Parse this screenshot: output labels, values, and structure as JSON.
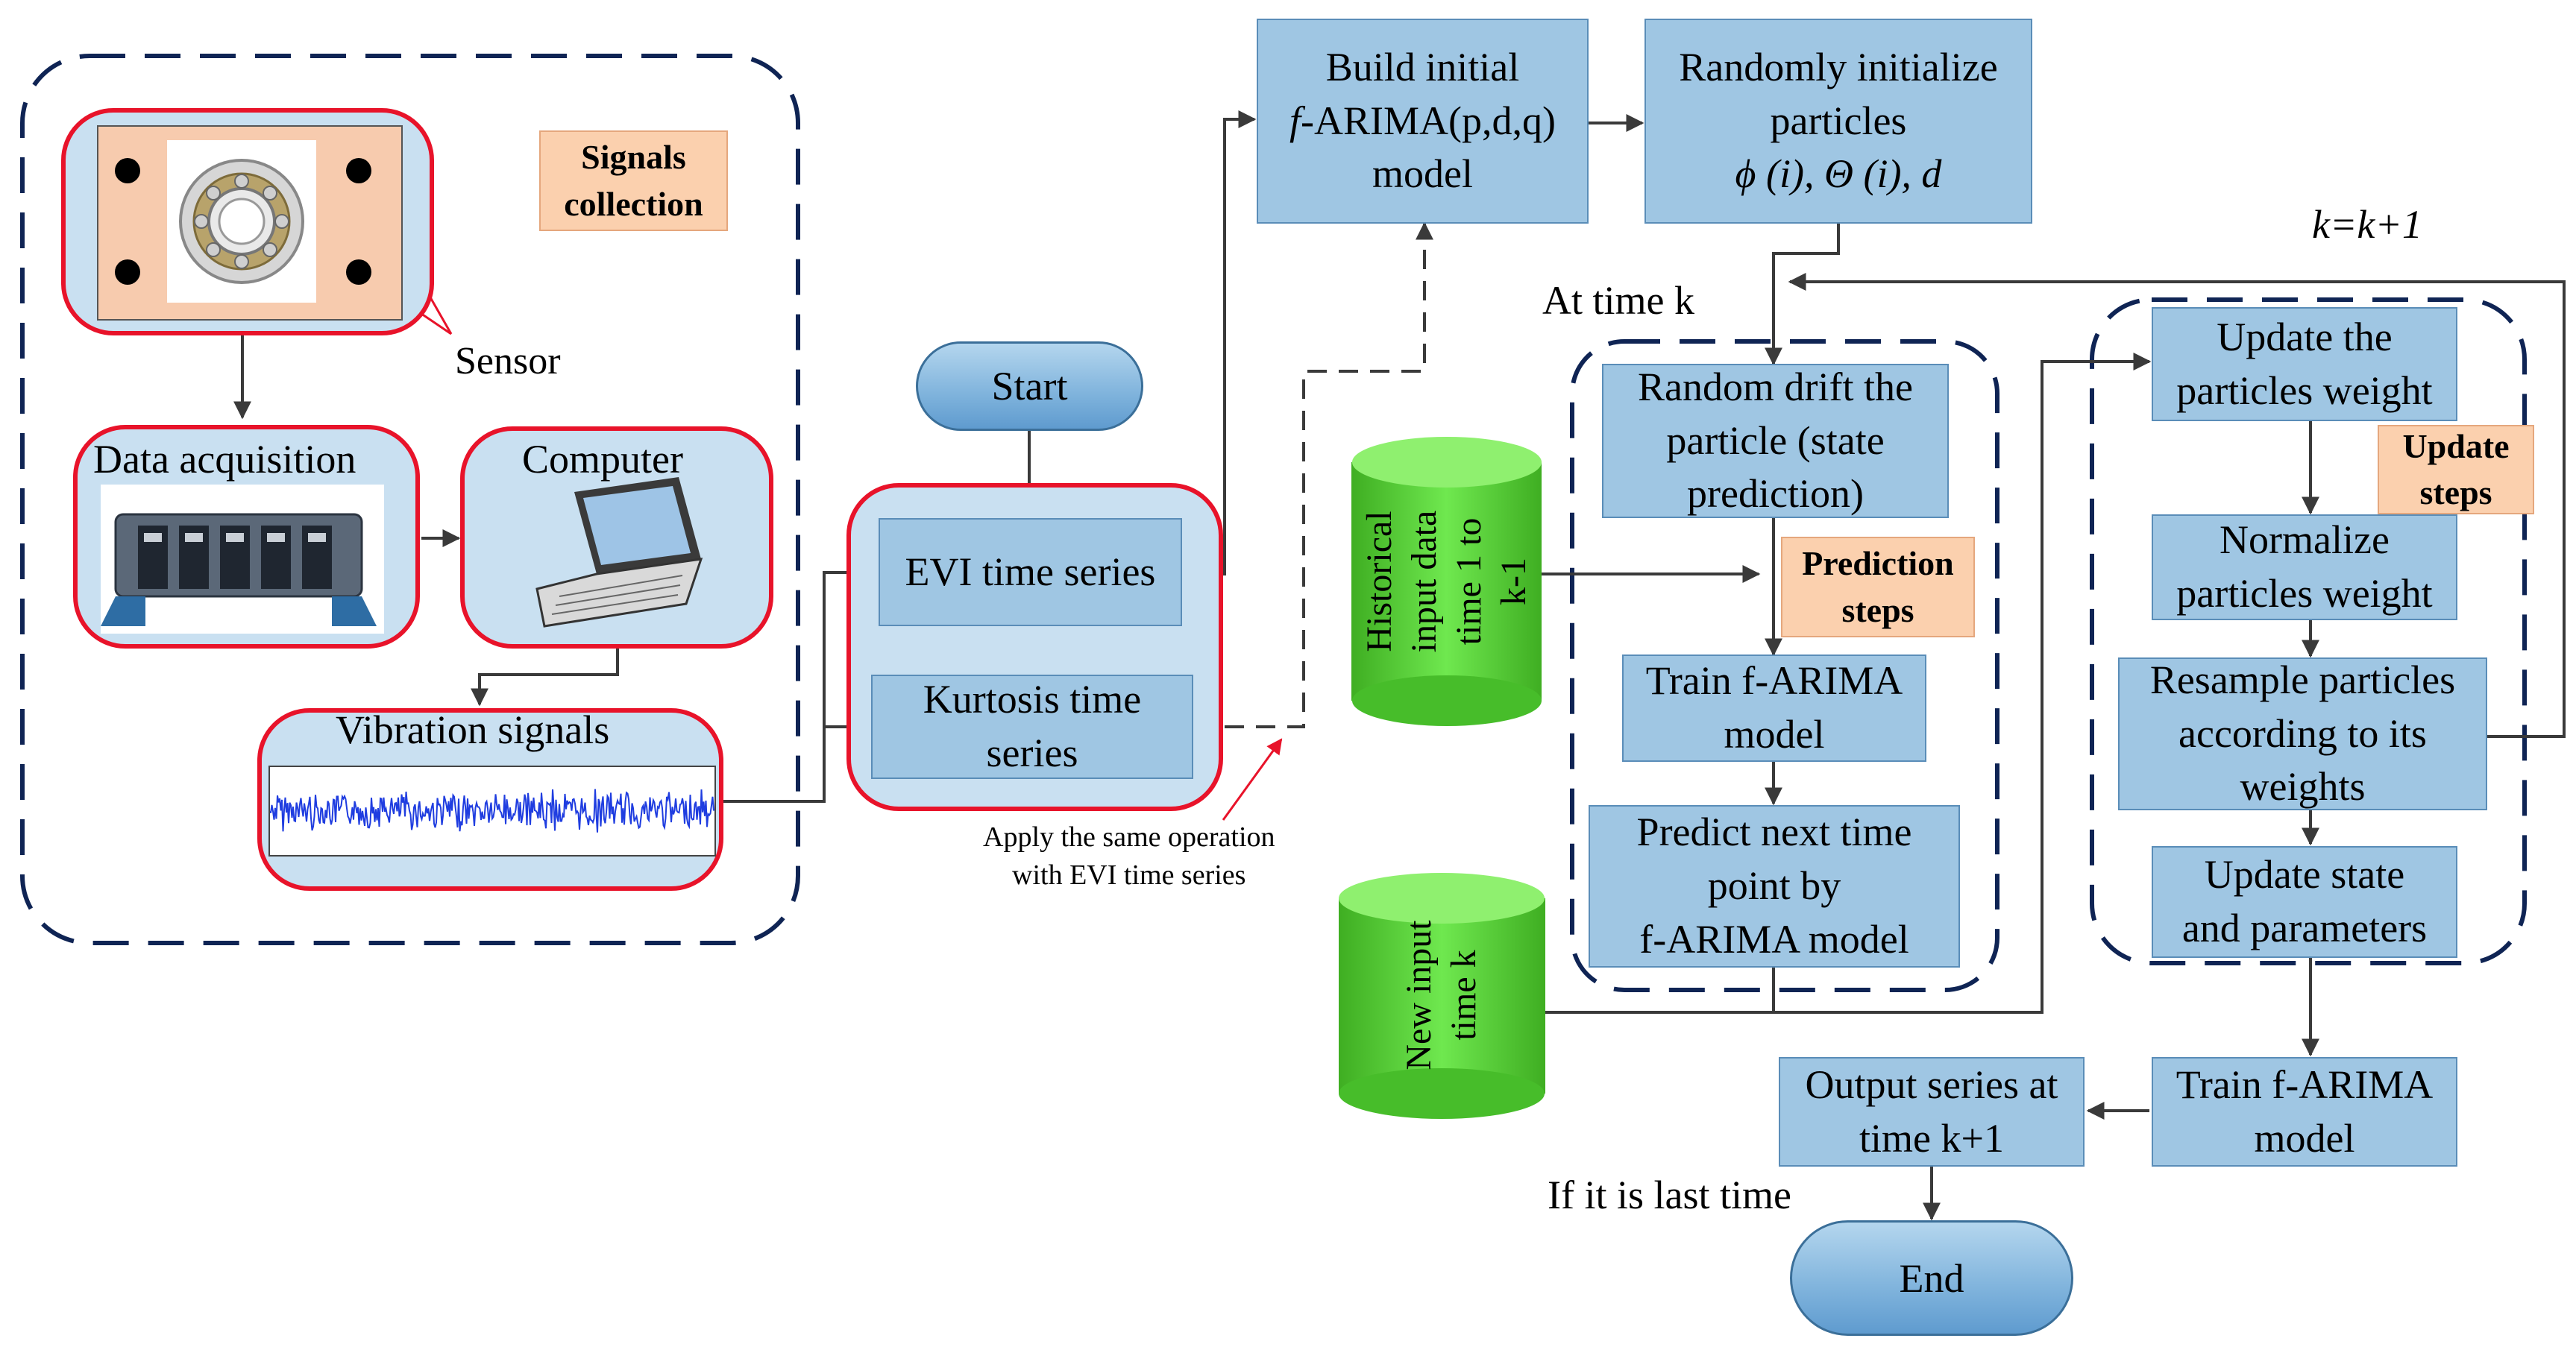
{
  "signals_collection": {
    "title_line1": "Signals",
    "title_line2": "collection",
    "sensor_label": "Sensor",
    "data_acquisition": "Data acquisition",
    "computer": "Computer",
    "vibration_signals": "Vibration signals"
  },
  "start_label": "Start",
  "end_label": "End",
  "series": {
    "evi": "EVI time series",
    "kurtosis_line1": "Kurtosis time",
    "kurtosis_line2": "series"
  },
  "apply_note": {
    "line1": "Apply the same operation",
    "line2": "with EVI time series"
  },
  "build_model": {
    "line1": "Build  initial",
    "line2_italic": "f",
    "line2_rest": "-ARIMA(p,d,q)",
    "line3": "model"
  },
  "init_particles": {
    "line1": "Randomly initialize",
    "line2": "particles",
    "line3": "ϕ (i), Θ (i), d"
  },
  "k_update": "k=k+1",
  "at_time_k": "At time k",
  "prediction": {
    "drift_line1": "Random drift the",
    "drift_line2": "particle (state",
    "drift_line3": "prediction)",
    "steps_line1": "Prediction",
    "steps_line2": "steps",
    "train_line1": "Train f-ARIMA",
    "train_line2": "model",
    "predict_line1": "Predict next time",
    "predict_line2": "point by",
    "predict_line3": "f-ARIMA model"
  },
  "historical_data": {
    "line1": "Historical",
    "line2": "input data",
    "line3": "time 1 to",
    "line4": "k-1"
  },
  "new_input": {
    "line1": "New input",
    "line2": "time k"
  },
  "update": {
    "weight_line1": "Update the",
    "weight_line2": "particles weight",
    "steps_line1": "Update",
    "steps_line2": "steps",
    "normalize_line1": "Normalize",
    "normalize_line2": "particles weight",
    "resample_line1": "Resample particles",
    "resample_line2": "according to its",
    "resample_line3": "weights",
    "state_line1": "Update state",
    "state_line2": "and  parameters"
  },
  "train_final_line1": "Train f-ARIMA",
  "train_final_line2": "model",
  "output_line1": "Output series at",
  "output_line2": "time k+1",
  "last_time": "If it is last time",
  "colors": {
    "box_fill": "#9fc6e3",
    "box_border": "#5a8db8",
    "orange_fill": "#fbd0ae",
    "red_border": "#e8132a",
    "navy_dash": "#0f2454",
    "cylinder_green": "#56d13a",
    "arrow": "#3a3a3a"
  }
}
